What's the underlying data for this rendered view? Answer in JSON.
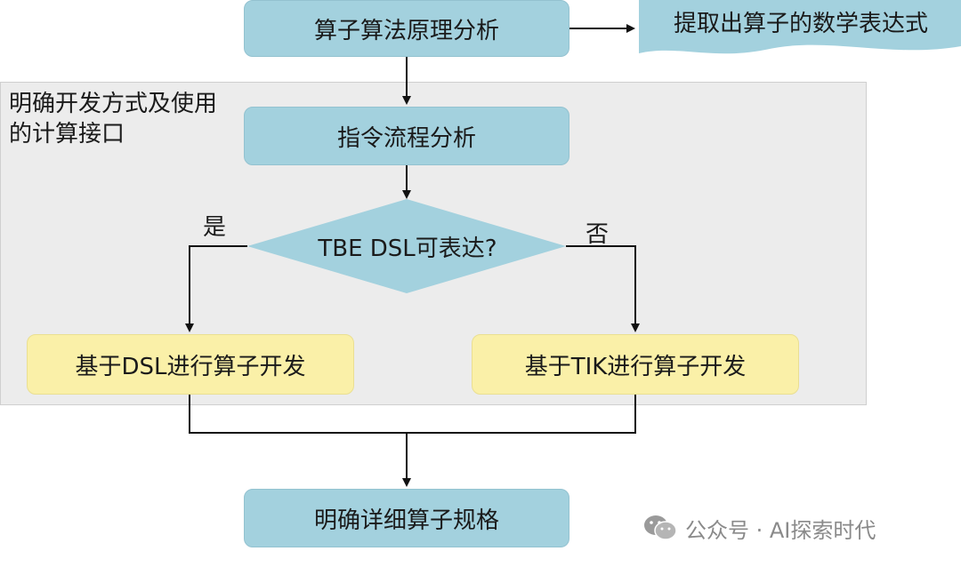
{
  "region": {
    "label": "明确开发方式及使用的计算接口"
  },
  "nodes": {
    "principle": "算子算法原理分析",
    "formula": "提取出算子的数学表达式",
    "flow": "指令流程分析",
    "decision": "TBE DSL可表达?",
    "dsl_dev": "基于DSL进行算子开发",
    "tik_dev": "基于TIK进行算子开发",
    "spec": "明确详细算子规格"
  },
  "branches": {
    "yes": "是",
    "no": "否"
  },
  "watermark": {
    "icon": "wechat-icon",
    "text": "公众号 · AI探索时代"
  },
  "colors": {
    "blue_box": "#a3d1de",
    "yellow_box": "#faf0a8",
    "region_bg": "#ececec",
    "diamond": "#a3d1de"
  }
}
